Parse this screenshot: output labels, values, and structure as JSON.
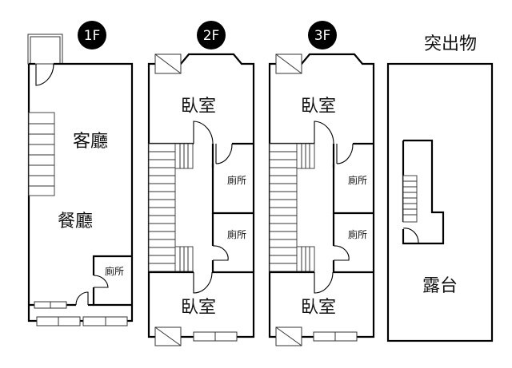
{
  "floors": {
    "f1": {
      "badge": "1F",
      "living_room": "客廳",
      "dining_room": "餐廳",
      "toilet": "廁所"
    },
    "f2": {
      "badge": "2F",
      "bedroom_front": "臥室",
      "toilet_upper": "廁所",
      "toilet_lower": "廁所",
      "bedroom_back": "臥室"
    },
    "f3": {
      "badge": "3F",
      "bedroom_front": "臥室",
      "toilet_upper": "廁所",
      "toilet_lower": "廁所",
      "bedroom_back": "臥室"
    },
    "roof": {
      "heading": "突出物",
      "terrace": "露台"
    }
  },
  "colors": {
    "wall": "#000000",
    "badge": "#000000",
    "background": "#ffffff"
  }
}
